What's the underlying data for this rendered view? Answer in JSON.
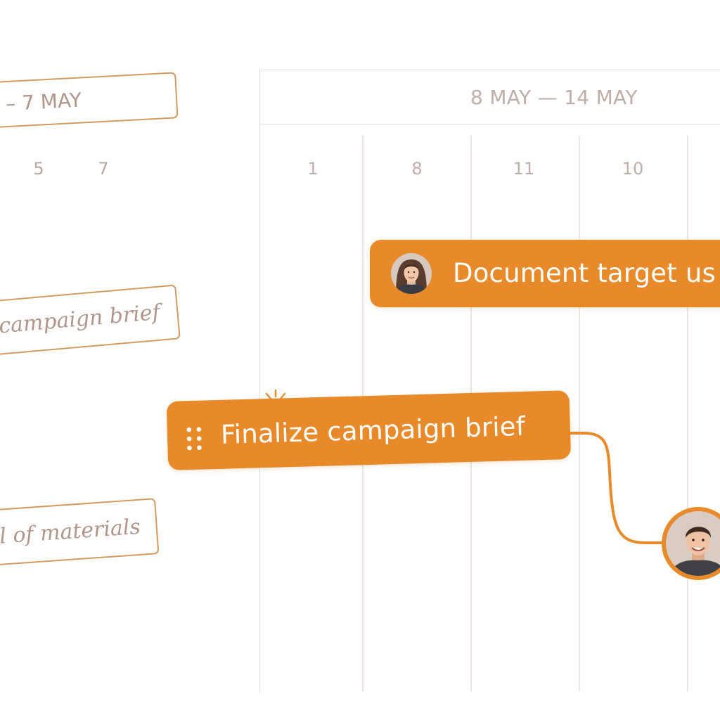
{
  "timeline": {
    "current_week_label": "8 MAY — 14 MAY",
    "current_week_days": [
      "1",
      "8",
      "11",
      "10"
    ]
  },
  "sketch": {
    "prev_week_label": "– 7 MAY",
    "prev_week_days": [
      "5",
      "7"
    ],
    "task_1": "e campaign brief",
    "task_2": "ll of materials"
  },
  "tasks": [
    {
      "label": "Document target us",
      "assignee_icon": "woman-avatar-icon"
    },
    {
      "label": "Finalize campaign brief",
      "handle_icon": "drag-handle-icon"
    }
  ],
  "dependency": {
    "assignee_icon": "man-avatar-icon"
  },
  "colors": {
    "accent": "#e98a2a",
    "grid_line": "#e4dedb",
    "header_text": "#bfaea8",
    "sketch_border": "#d39a5f",
    "sketch_text": "#b0968a"
  }
}
